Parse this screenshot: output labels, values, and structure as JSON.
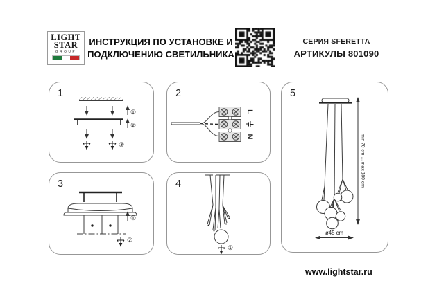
{
  "header": {
    "logo": {
      "line1": "LIGHT",
      "line2": "STAR",
      "line3": "GROUP"
    },
    "title": {
      "line1": "ИНСТРУКЦИЯ ПО УСТАНОВКЕ И",
      "line2": "ПОДКЛЮЧЕНИЮ СВЕТИЛЬНИКА"
    },
    "series": "СЕРИЯ SFERETTA",
    "articles": "АРТИКУЛЫ 801090"
  },
  "panels": {
    "p1": {
      "number": "1",
      "step1": "①",
      "step2": "②",
      "step3": "③"
    },
    "p2": {
      "number": "2",
      "line_label": "L",
      "neutral_label": "N"
    },
    "p3": {
      "number": "3",
      "step1": "①",
      "step2": "②"
    },
    "p4": {
      "number": "4",
      "step1": "①"
    },
    "p5": {
      "number": "5",
      "height_range": "min 70 cm ... max 180 cm",
      "diameter": "ø45 cm"
    }
  },
  "footer": {
    "website": "www.lightstar.ru"
  },
  "colors": {
    "line": "#3c3c3c",
    "border": "#979797",
    "flag_green": "#1e7a3c",
    "flag_white": "#ffffff",
    "flag_red": "#c62828"
  }
}
